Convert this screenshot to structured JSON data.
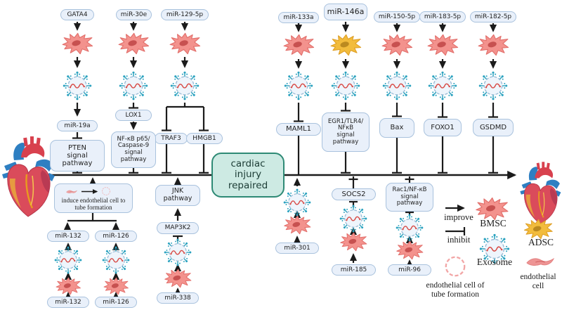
{
  "figure_title": "exosomal miRNA pathways leading to cardiac injury repair",
  "nodes": {
    "gata4": "GATA4",
    "mir30e": "miR-30e",
    "mir129": "miR-129-5p",
    "mir19a": "miR-19a",
    "lox1": "LOX1",
    "traf3": "TRAF3",
    "hmgb1": "HMGB1",
    "pten": "PTEN\nsignal\npathway",
    "nfkb": "NF-κB p65/\nCaspase-9\nsignal\npathway",
    "induce": "induce endothelial cell to\ntube formation",
    "jnk": "JNK\npathway",
    "map3k2": "MAP3K2",
    "mir338": "miR-338",
    "mir132": "miR-132",
    "mir126": "miR-126",
    "center": "cardiac\ninjury\nrepaired",
    "mir133a": "miR-133a",
    "mir146a": "miR-146a",
    "mir150": "miR-150-5p",
    "mir183": "miR-183-5p",
    "mir182": "miR-182-5p",
    "maml1": "MAML1",
    "egr1": "EGR1/TLR4/\nNFκB\nsignal\npathway",
    "bax": "Bax",
    "foxo1": "FOXO1",
    "gsdmd": "GSDMD",
    "mir301": "miR-301",
    "socs2": "SOCS2",
    "mir185": "miR-185",
    "rac1": "Rac1/NF-κB\nsignal\npathway",
    "mir96": "miR-96"
  },
  "legend": {
    "improve": "improve",
    "inhibit": "inhibit",
    "bmsc": "BMSC",
    "adsc": "ADSC",
    "exosome": "Exosome",
    "tube": "endothelial cell of\ntube formation",
    "endo": "endothelial\ncell"
  },
  "icons": [
    "heart-icon",
    "bmsc-cell-icon",
    "adsc-cell-icon",
    "exosome-icon",
    "endothelial-cell-icon",
    "tube-formation-icon",
    "improve-arrow-icon",
    "inhibit-bar-icon"
  ],
  "colors": {
    "box_fill": "#e9f0fa",
    "box_border": "#a9c2dd",
    "center_fill": "#cdeae3",
    "center_border": "#2e8a75",
    "line": "#1b1b1b",
    "bmsc_cell": "#f3928d",
    "adsc_cell": "#f2bc3c",
    "exosome_spike": "#2ba2bf",
    "rna_strand": "#d84b46"
  }
}
